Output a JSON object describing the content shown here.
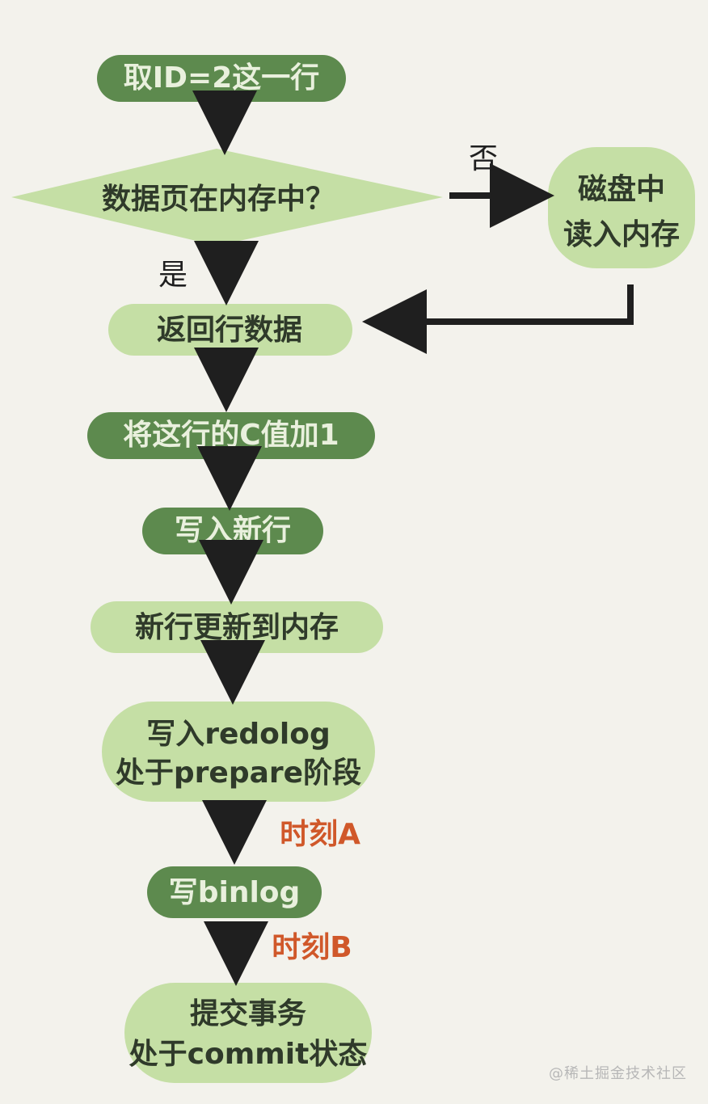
{
  "nodes": {
    "fetch_row": "取ID=2这一行",
    "in_memory_question": "数据页在内存中？",
    "disk_read": [
      "磁盘中",
      "读入内存"
    ],
    "return_row": "返回行数据",
    "add_c": "将这行的C值加1",
    "write_new_row": "写入新行",
    "update_memory": "新行更新到内存",
    "redolog_prepare": [
      "写入redolog",
      "处于prepare阶段"
    ],
    "write_binlog": "写binlog",
    "commit": [
      "提交事务",
      "处于commit状态"
    ]
  },
  "edges": {
    "no": "否",
    "yes": "是",
    "moment_a": "时刻A",
    "moment_b": "时刻B"
  },
  "watermark": "@稀土掘金技术社区",
  "colors": {
    "dark_green": "#5d8a4e",
    "light_green": "#c5dfa5",
    "arrow": "#1f1f1f",
    "moment": "#d0582a"
  }
}
